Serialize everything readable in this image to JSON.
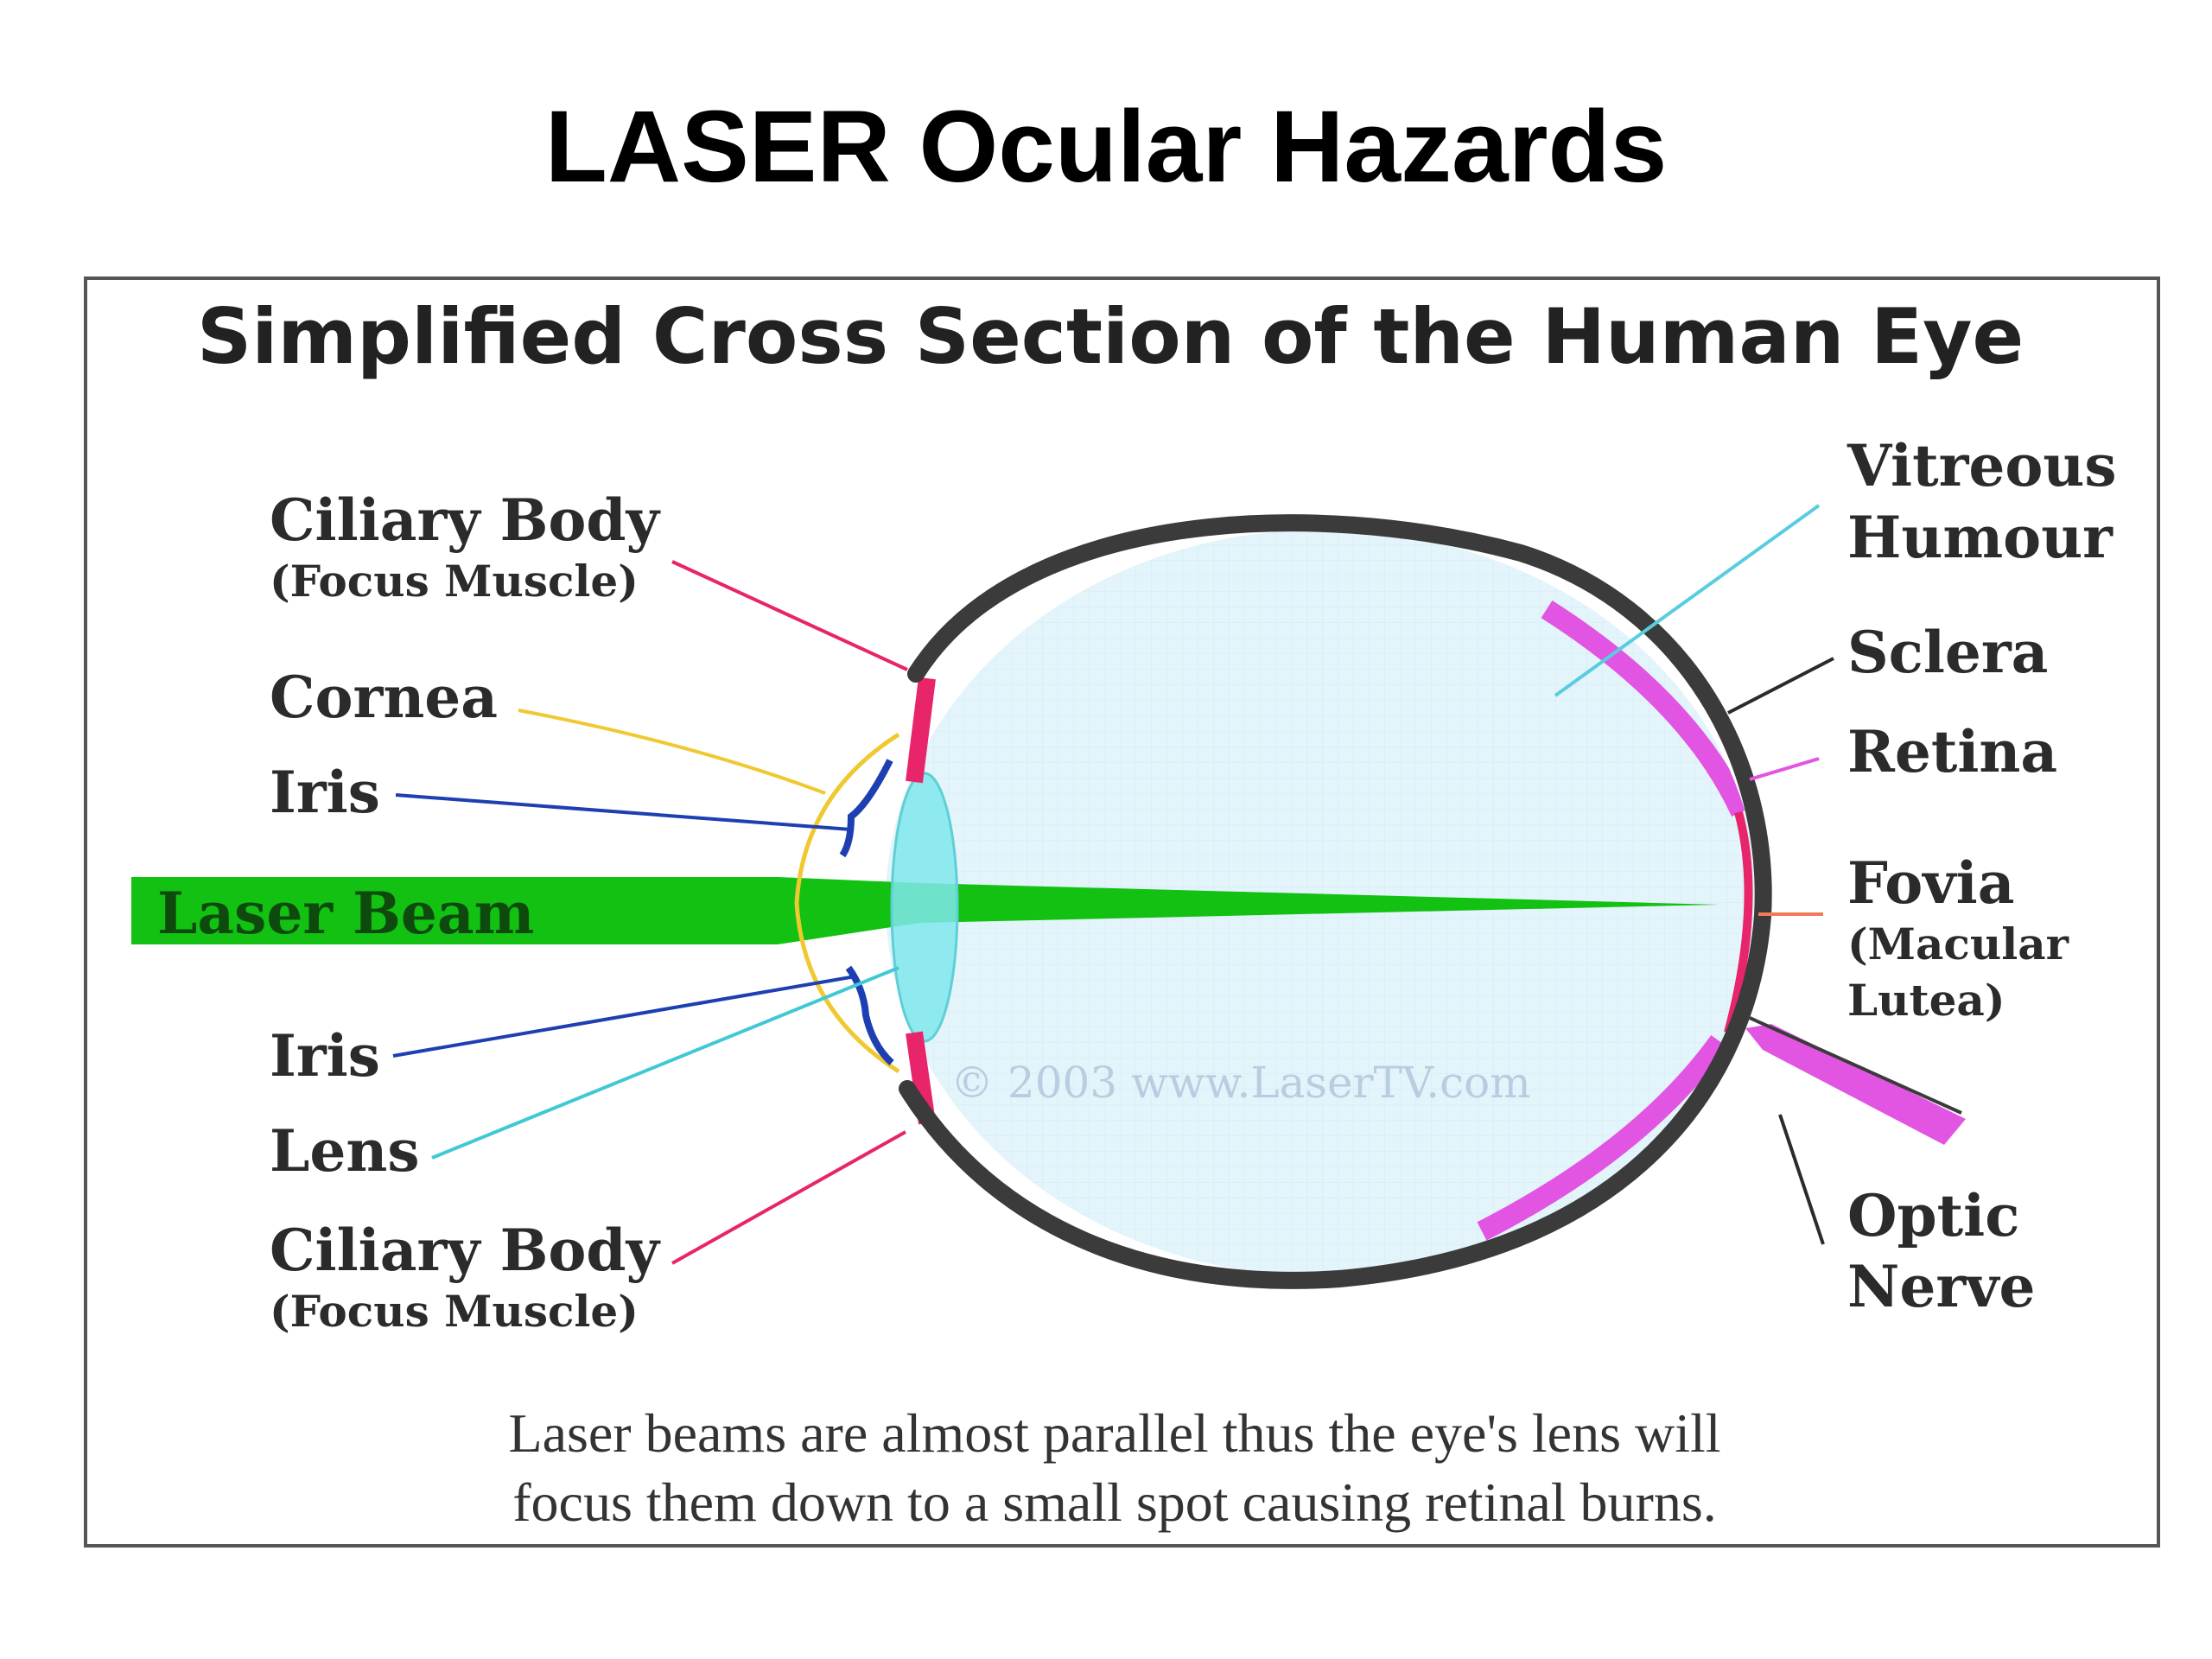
{
  "slide": {
    "title": "LASER Ocular Hazards"
  },
  "diagram": {
    "heading": "Simplified Cross Section of the Human Eye",
    "labels": {
      "ciliary_body_top": "Ciliary Body",
      "ciliary_body_top_sub": "(Focus Muscle)",
      "cornea": "Cornea",
      "iris_top": "Iris",
      "laser_beam": "Laser Beam",
      "iris_bottom": "Iris",
      "lens": "Lens",
      "ciliary_body_bottom": "Ciliary Body",
      "ciliary_body_bottom_sub": "(Focus Muscle)",
      "vitreous_line1": "Vitreous",
      "vitreous_line2": "Humour",
      "sclera": "Sclera",
      "retina": "Retina",
      "fovia_line1": "Fovia",
      "fovia_line2": "(Macular",
      "fovia_line3": "Lutea)",
      "optic_line1": "Optic",
      "optic_line2": "Nerve"
    },
    "watermark": "© 2003 www.LaserTV.com",
    "caption": {
      "line1": "Laser beams are almost parallel thus the eye's lens will",
      "line2": "focus them down to a small spot causing retinal burns."
    },
    "colors": {
      "beam": "#12c112",
      "sclera": "#3b3b3b",
      "retina": "#e255e2",
      "ciliary": "#e8246b",
      "cornea": "#f0c830",
      "iris": "#1d3fb2",
      "lens": "#7fe8ec",
      "vitreous": "#e3f4fb"
    }
  }
}
